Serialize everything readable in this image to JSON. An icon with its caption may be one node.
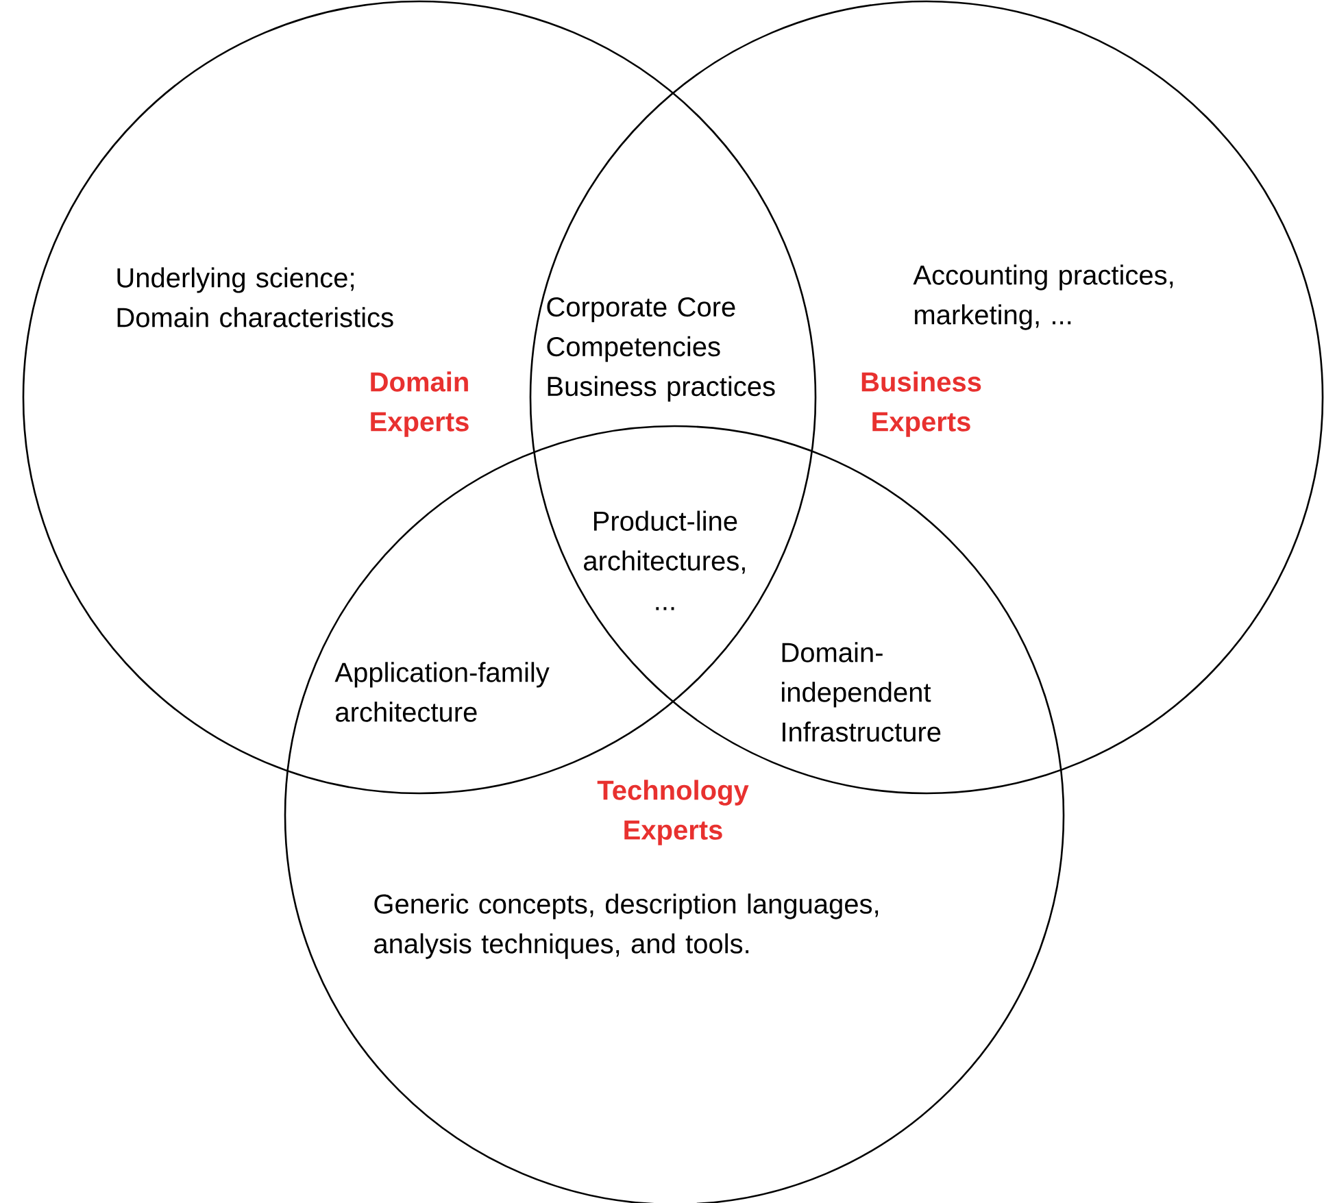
{
  "diagram": {
    "nodes": [
      {
        "text": [
          "Underlying science; Domain characteristics",
          "Domain Experts"
        ]
      },
      {
        "text": [
          "Accounting practices, marketing, ...",
          "Business Experts"
        ]
      },
      {
        "text": [
          "Technology Experts",
          "Generic concepts, description languages, analysis techniques, and tools."
        ]
      }
    ],
    "labels": [
      "Corporate Core Competencies Business practices",
      "Product-line architectures, ...",
      "Application-family architecture",
      "Domain- independent Infrastructure"
    ]
  }
}
